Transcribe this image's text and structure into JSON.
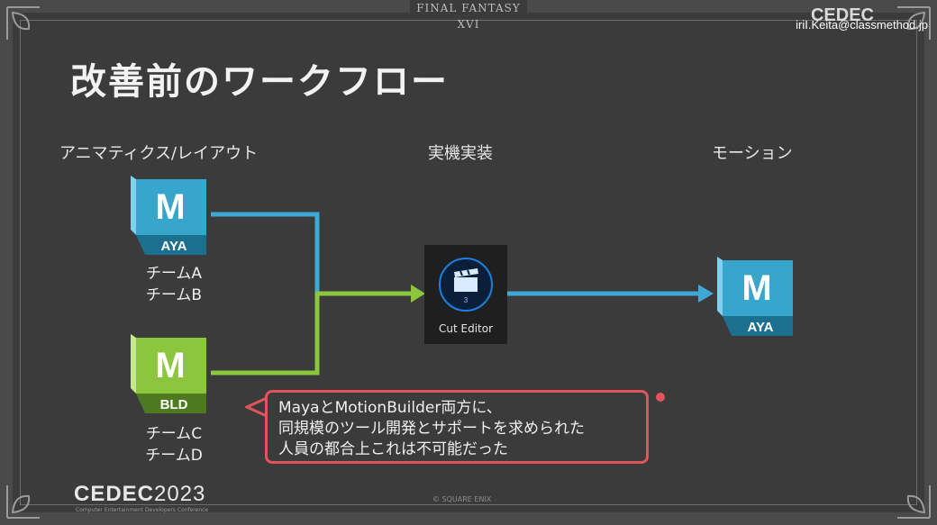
{
  "header": {
    "banner": "FINAL FANTASY XVI",
    "watermark": "iriI.Keita@classmethod.jp",
    "cedec_logo_top": "CEDEC"
  },
  "slide": {
    "title": "改善前のワークフロー",
    "columns": {
      "animatics": "アニマティクス/レイアウト",
      "implementation": "実機実装",
      "motion": "モーション"
    },
    "apps": {
      "maya_left": {
        "letter": "M",
        "tag": "AYA"
      },
      "mobu": {
        "letter": "M",
        "tag": "BLD"
      },
      "maya_right": {
        "letter": "M",
        "tag": "AYA"
      },
      "cut_editor": {
        "label": "Cut Editor"
      }
    },
    "teams": {
      "a": "チームA",
      "b": "チームB",
      "c": "チームC",
      "d": "チームD"
    },
    "callout": {
      "line1": "MayaとMotionBuilder両方に、",
      "line2": "同規模のツール開発とサポートを求められた",
      "line3": "人員の都合上これは不可能だった"
    },
    "colors": {
      "blue": "#3fa9d6",
      "green": "#8cc63f",
      "red": "#e2545c"
    }
  },
  "footer": {
    "cedec_logo": "CEDEC",
    "year": "2023",
    "subtitle": "Computer Entertainment Developers Conference",
    "copyright": "© SQUARE ENIX"
  }
}
